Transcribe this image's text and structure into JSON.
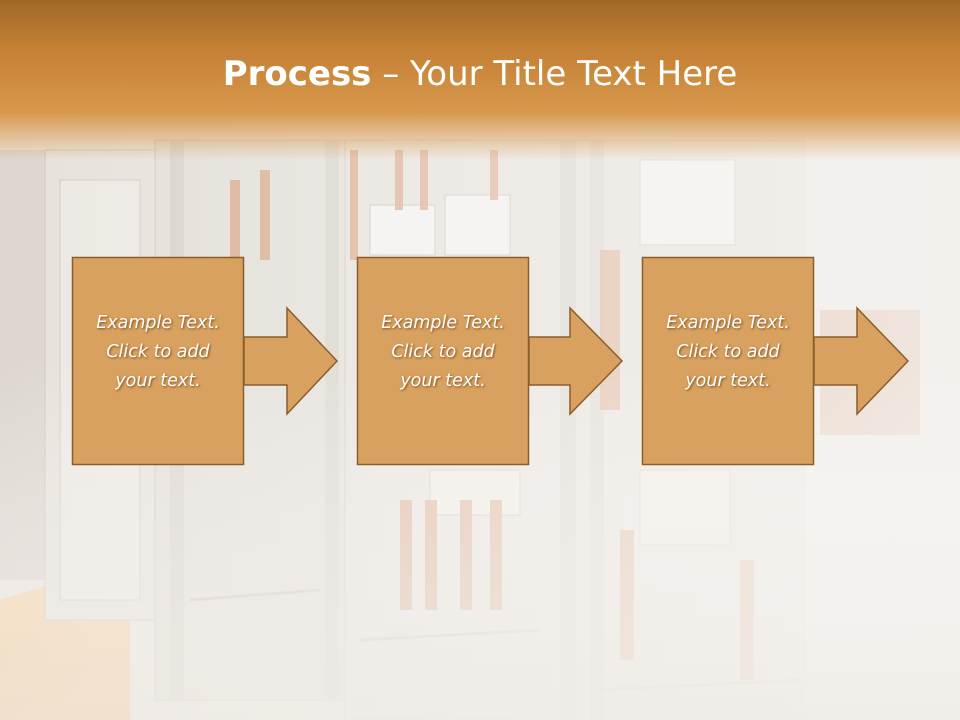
{
  "title": {
    "bold": "Process",
    "rest": " – Your Title Text Here"
  },
  "steps": [
    {
      "line1": "Example Text.",
      "line2": "Click  to add",
      "line3": "your text."
    },
    {
      "line1": "Example Text.",
      "line2": "Click  to add",
      "line3": "your text."
    },
    {
      "line1": "Example Text.",
      "line2": "Click  to add",
      "line3": "your text."
    }
  ],
  "colors": {
    "box_fill": "#d9a15f",
    "box_border": "#8a5e2c",
    "title_band": "#c88538",
    "text": "#ffffff"
  }
}
